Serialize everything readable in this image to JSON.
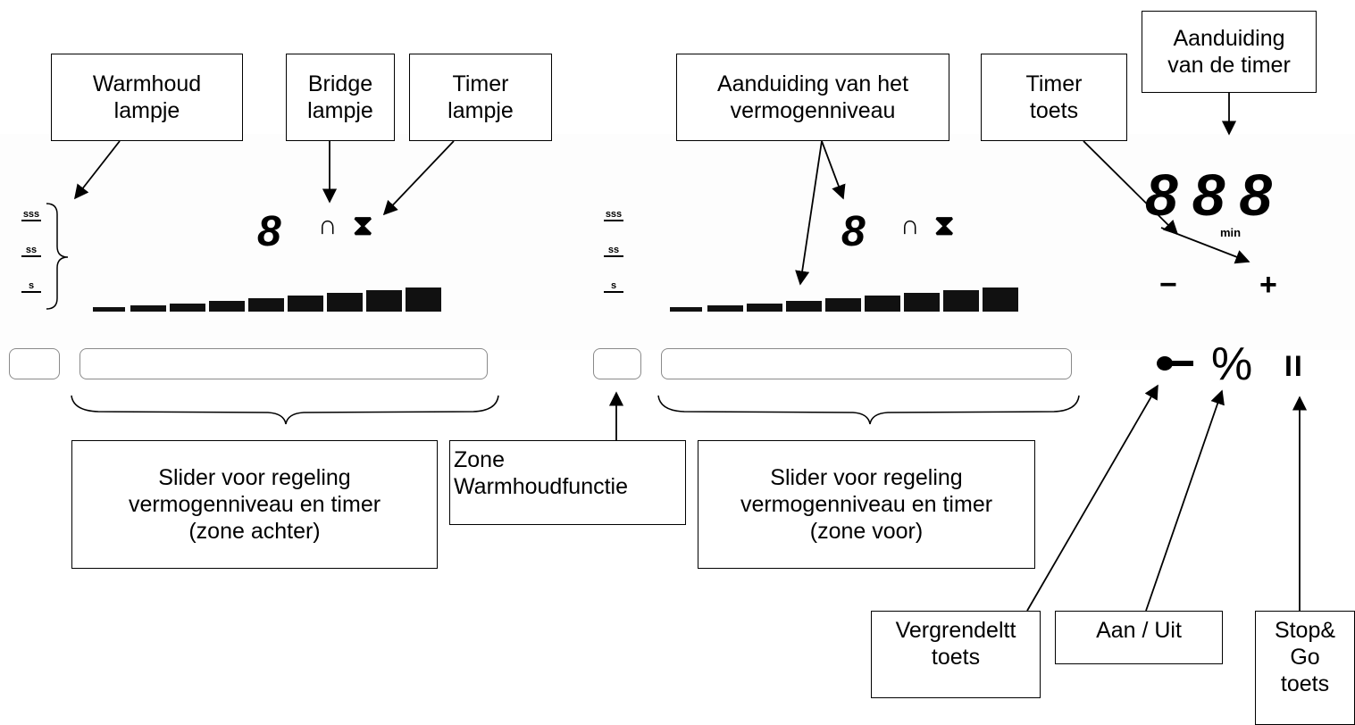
{
  "labels": {
    "warmhoud_lampje": "Warmhoud\nlampje",
    "bridge_lampje": "Bridge\nlampje",
    "timer_lampje": "Timer\nlampje",
    "aanduiding_vermogen": "Aanduiding van het\nvermogenniveau",
    "timer_toets": "Timer\ntoets",
    "aanduiding_timer": "Aanduiding\nvan de timer",
    "slider_achter": "Slider voor regeling\nvermogenniveau en timer\n(zone achter)",
    "zone_warmhoud": "Zone\nWarmhoudfunctie",
    "slider_voor": "Slider voor regeling\nvermogenniveau en timer\n(zone voor)",
    "vergrendel": "Vergrendeltt\ntoets",
    "aan_uit": "Aan / Uit",
    "stop_go": "Stop&\nGo\ntoets"
  },
  "display": {
    "zone_digit": "8",
    "bridge_symbol": "∩",
    "timer_symbol": "⧗",
    "timer_digits": "888",
    "timer_unit": "min",
    "minus": "−",
    "plus": "+",
    "on_off_symbol": "⁰⁄₁",
    "stop_go_symbol": "II",
    "key_symbol": "⊸"
  },
  "heat_levels": [
    "sss",
    "ss",
    "s"
  ]
}
